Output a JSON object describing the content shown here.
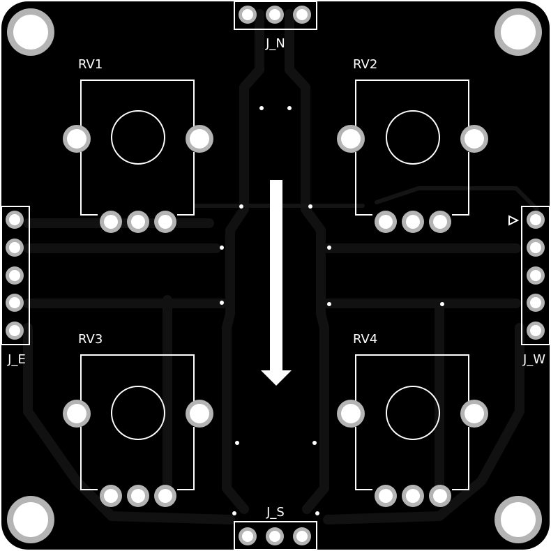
{
  "board": {
    "connectors": {
      "north": "J_N",
      "south": "J_S",
      "east": "J_E",
      "west": "J_W"
    },
    "potentiometers": [
      "RV1",
      "RV2",
      "RV3",
      "RV4"
    ],
    "colors": {
      "board": "#000000",
      "silkscreen": "#ffffff",
      "pad_ring": "#b4b4b4",
      "hole": "#ffffff",
      "trace": "#111111"
    },
    "icons": {
      "pin1_marker": "triangle-marker-icon",
      "direction": "arrow-down-icon"
    }
  }
}
